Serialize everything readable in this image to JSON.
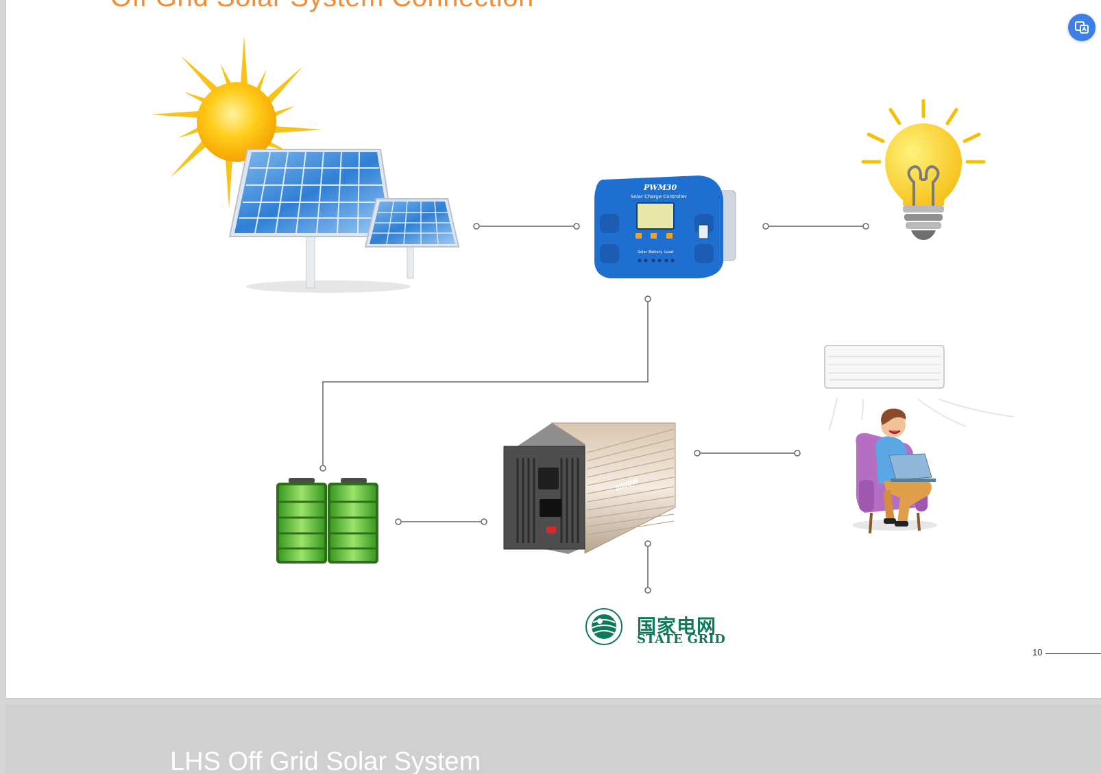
{
  "page": {
    "title": "Off Grid Solar System Connection",
    "page_number": "10"
  },
  "controller": {
    "model": "PWM30",
    "name": "Solar Charge Controller",
    "labels": [
      "Solar",
      "Battery",
      "Load"
    ]
  },
  "inverter": {
    "rating": "2000W"
  },
  "grid_logo": {
    "chinese": "国家电网",
    "english": "STATE GRID"
  },
  "next_page": {
    "title": "LHS Off Grid Solar System"
  },
  "colors": {
    "title": "#f28c3a",
    "connector": "#666666",
    "controller": "#1f6fd0",
    "battery": "#5cbf3a",
    "grid_logo": "#0e7a5a",
    "button": "#3d7fe6"
  },
  "icons": [
    "sun-icon",
    "solar-panel-icon",
    "charge-controller-icon",
    "light-bulb-icon",
    "battery-icon",
    "inverter-icon",
    "air-conditioner-icon",
    "person-laptop-icon",
    "state-grid-logo",
    "translate-icon"
  ]
}
